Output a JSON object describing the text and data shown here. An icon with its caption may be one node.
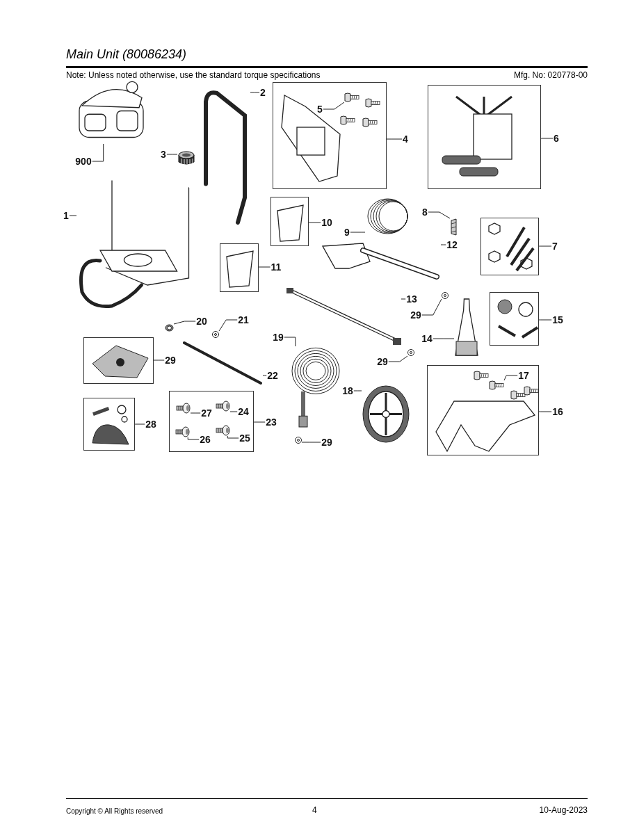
{
  "diagram": {
    "title": "Main Unit (80086234)",
    "nodes": [
      {
        "text": [
          "900"
        ]
      },
      {
        "text": [],
        "shape": "picture"
      },
      {
        "text": [
          "1"
        ]
      },
      {
        "text": [],
        "shape": "picture"
      },
      {
        "text": [
          "2"
        ]
      },
      {
        "text": [],
        "shape": "picture"
      },
      {
        "text": [
          "3"
        ]
      },
      {
        "text": [],
        "shape": "picture"
      },
      {
        "text": [],
        "shape": "box"
      },
      {
        "text": [
          "5"
        ],
        "in": 8
      },
      {
        "text": [],
        "shape": "picture",
        "in": 8
      },
      {
        "text": [
          "4"
        ]
      },
      {
        "text": [],
        "shape": "box"
      },
      {
        "text": [
          "6"
        ]
      },
      {
        "text": [],
        "shape": "box"
      },
      {
        "text": [
          "10"
        ]
      },
      {
        "text": [
          "9"
        ]
      },
      {
        "text": [],
        "shape": "picture"
      },
      {
        "text": [
          "8"
        ]
      },
      {
        "text": [],
        "shape": "picture"
      },
      {
        "text": [],
        "shape": "box"
      },
      {
        "text": [
          "7"
        ]
      },
      {
        "text": [],
        "shape": "box"
      },
      {
        "text": [
          "11"
        ]
      },
      {
        "text": [
          "12"
        ]
      },
      {
        "text": [],
        "shape": "picture"
      },
      {
        "text": [
          "13"
        ]
      },
      {
        "text": [],
        "shape": "picture"
      },
      {
        "text": [
          "29"
        ]
      },
      {
        "text": [],
        "shape": "picture"
      },
      {
        "text": [
          "14"
        ]
      },
      {
        "text": [],
        "shape": "picture"
      },
      {
        "text": [],
        "shape": "box"
      },
      {
        "text": [
          "15"
        ]
      },
      {
        "text": [
          "20"
        ]
      },
      {
        "text": [],
        "shape": "picture"
      },
      {
        "text": [
          "21"
        ]
      },
      {
        "text": [],
        "shape": "picture"
      },
      {
        "text": [
          "19"
        ]
      },
      {
        "text": [],
        "shape": "picture"
      },
      {
        "text": [
          "22"
        ]
      },
      {
        "text": [],
        "shape": "picture"
      },
      {
        "text": [],
        "shape": "box"
      },
      {
        "text": [
          "29"
        ]
      },
      {
        "text": [
          "29"
        ]
      },
      {
        "text": [],
        "shape": "picture"
      },
      {
        "text": [
          "18"
        ]
      },
      {
        "text": [],
        "shape": "picture"
      },
      {
        "text": [],
        "shape": "box"
      },
      {
        "text": [
          "17"
        ],
        "in": 48
      },
      {
        "text": [],
        "shape": "picture",
        "in": 48
      },
      {
        "text": [
          "16"
        ]
      },
      {
        "text": [],
        "shape": "box"
      },
      {
        "text": [
          "28"
        ]
      },
      {
        "text": [],
        "shape": "box"
      },
      {
        "text": [
          "27"
        ],
        "in": 54
      },
      {
        "text": [],
        "shape": "picture",
        "in": 54
      },
      {
        "text": [
          "24"
        ],
        "in": 54
      },
      {
        "text": [],
        "shape": "picture",
        "in": 54
      },
      {
        "text": [
          "26"
        ],
        "in": 54
      },
      {
        "text": [],
        "shape": "picture",
        "in": 54
      },
      {
        "text": [
          "25"
        ],
        "in": 54
      },
      {
        "text": [],
        "shape": "picture",
        "in": 54
      },
      {
        "text": [
          "23"
        ]
      },
      {
        "text": [
          "29"
        ]
      },
      {
        "text": [],
        "shape": "picture"
      }
    ],
    "edges": [
      {
        "from": 0,
        "to": 1,
        "arrow": "none"
      },
      {
        "from": 2,
        "to": 3,
        "arrow": "none"
      },
      {
        "from": 4,
        "to": 5,
        "arrow": "none"
      },
      {
        "from": 6,
        "to": 7,
        "arrow": "none"
      },
      {
        "from": 9,
        "to": 10,
        "arrow": "none"
      },
      {
        "from": 11,
        "to": 8,
        "arrow": "none"
      },
      {
        "from": 13,
        "to": 12,
        "arrow": "none"
      },
      {
        "from": 15,
        "to": 14,
        "arrow": "none"
      },
      {
        "from": 16,
        "to": 17,
        "arrow": "none"
      },
      {
        "from": 18,
        "to": 19,
        "arrow": "none"
      },
      {
        "from": 21,
        "to": 20,
        "arrow": "none"
      },
      {
        "from": 23,
        "to": 22,
        "arrow": "none"
      },
      {
        "from": 24,
        "to": 25,
        "arrow": "none"
      },
      {
        "from": 26,
        "to": 27,
        "arrow": "none"
      },
      {
        "from": 28,
        "to": 29,
        "arrow": "none"
      },
      {
        "from": 30,
        "to": 31,
        "arrow": "none"
      },
      {
        "from": 33,
        "to": 32,
        "arrow": "none"
      },
      {
        "from": 34,
        "to": 35,
        "arrow": "none"
      },
      {
        "from": 36,
        "to": 37,
        "arrow": "none"
      },
      {
        "from": 38,
        "to": 39,
        "arrow": "none"
      },
      {
        "from": 40,
        "to": 41,
        "arrow": "none"
      },
      {
        "from": 43,
        "to": 42,
        "arrow": "none"
      },
      {
        "from": 44,
        "to": 45,
        "arrow": "none"
      },
      {
        "from": 46,
        "to": 47,
        "arrow": "none"
      },
      {
        "from": 49,
        "to": 50,
        "arrow": "none"
      },
      {
        "from": 51,
        "to": 48,
        "arrow": "none"
      },
      {
        "from": 53,
        "to": 52,
        "arrow": "none"
      },
      {
        "from": 55,
        "to": 56,
        "arrow": "none"
      },
      {
        "from": 57,
        "to": 58,
        "arrow": "none"
      },
      {
        "from": 59,
        "to": 60,
        "arrow": "none"
      },
      {
        "from": 61,
        "to": 62,
        "arrow": "none"
      },
      {
        "from": 63,
        "to": 54,
        "arrow": "none"
      },
      {
        "from": 64,
        "to": 65,
        "arrow": "none"
      }
    ],
    "labels": [
      "Note: Unless noted otherwise, use the standard torque specifications",
      "Mfg. No: 020778-00",
      "Copyright © All Rights reserved",
      "4",
      "10-Aug-2023"
    ]
  }
}
